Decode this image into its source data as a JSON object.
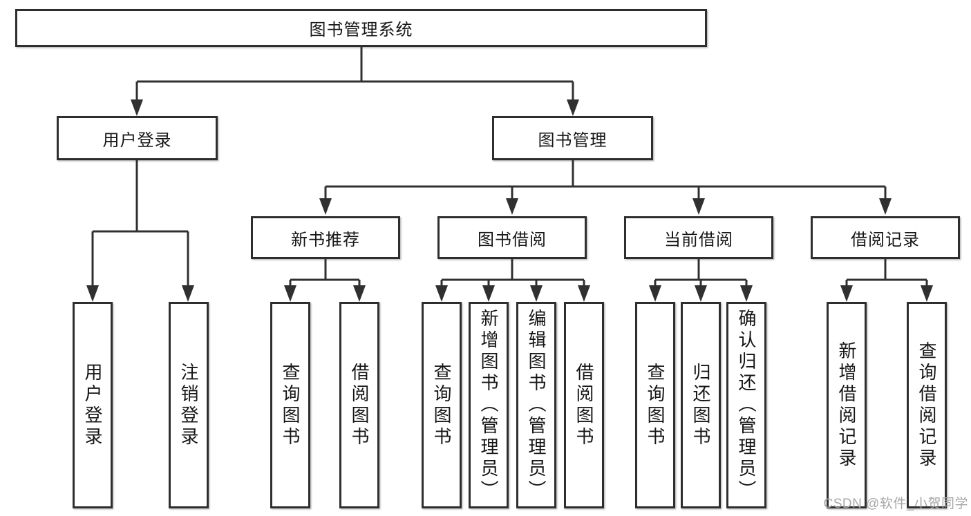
{
  "diagram": {
    "type": "tree",
    "tree": {
      "root": {
        "label": "图书管理系统"
      },
      "branches": [
        {
          "label": "用户登录",
          "children": [
            {
              "label": "用户登录"
            },
            {
              "label": "注销登录"
            }
          ]
        },
        {
          "label": "图书管理",
          "sections": [
            {
              "label": "新书推荐",
              "children": [
                {
                  "label": "查询图书"
                },
                {
                  "label": "借阅图书"
                }
              ]
            },
            {
              "label": "图书借阅",
              "children": [
                {
                  "label": "查询图书"
                },
                {
                  "label": "新增图书（管理员）"
                },
                {
                  "label": "编辑图书（管理员）"
                },
                {
                  "label": "借阅图书"
                }
              ]
            },
            {
              "label": "当前借阅",
              "children": [
                {
                  "label": "查询图书"
                },
                {
                  "label": "归还图书"
                },
                {
                  "label": "确认归还（管理员）"
                }
              ]
            },
            {
              "label": "借阅记录",
              "children": [
                {
                  "label": "新增借阅记录"
                },
                {
                  "label": "查询借阅记录"
                }
              ]
            }
          ]
        }
      ]
    },
    "colors": {
      "line": "#303030",
      "box_border": "#2e2e2e",
      "box_background": "#ffffff",
      "text": "#161616",
      "watermark": "#a6a6a6"
    }
  },
  "watermark": {
    "text": "CSDN @软件_小贺同学"
  }
}
